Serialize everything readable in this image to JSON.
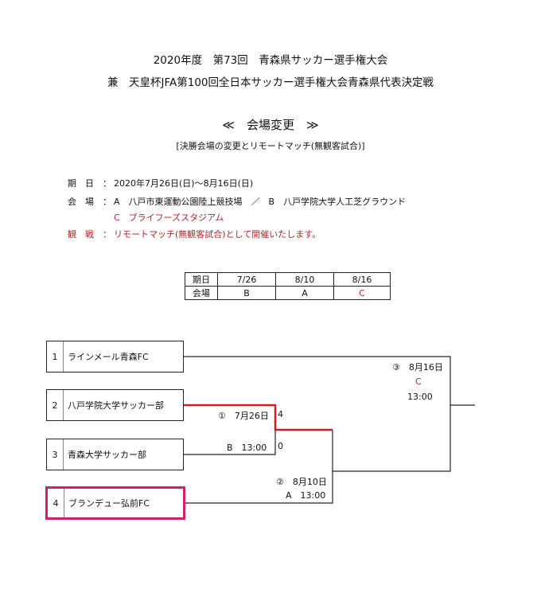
{
  "header": {
    "title1": "2020年度　第73回　青森県サッカー選手権大会",
    "title2": "兼　天皇杯JFA第100回全日本サッカー選手権大会青森県代表決定戦",
    "notice": "≪　会場変更　≫",
    "subtitle": "[決勝会場の変更とリモートマッチ(無観客試合)]"
  },
  "info": {
    "date_label": "期　日　：",
    "date_value": "2020年7月26日(日)〜8月16日(日)",
    "venue_label": "会　場　：",
    "venue_value": "A　八戸市東運動公園陸上競技場　／　B　八戸学院大学人工芝グラウンド",
    "venue_c": "C　ブライフーズスタジアム",
    "watch_label": "観　戦　：",
    "watch_value": "リモートマッチ(無観客試合)として開催いたします。"
  },
  "schedule": {
    "row1": [
      "期日",
      "7/26",
      "8/10",
      "8/16"
    ],
    "row2": [
      "会場",
      "B",
      "A",
      "C"
    ]
  },
  "teams": [
    {
      "num": "1",
      "name": "ラインメール青森FC"
    },
    {
      "num": "2",
      "name": "八戸学院大学サッカー部"
    },
    {
      "num": "3",
      "name": "青森大学サッカー部"
    },
    {
      "num": "4",
      "name": "ブランデュー弘前FC"
    }
  ],
  "matches": {
    "m1_date": "①　7月26日",
    "m1_time": "B　13:00",
    "m1_score_top": "4",
    "m1_score_bottom": "0",
    "m2_date": "②　8月10日",
    "m2_time": "A　13:00",
    "m3_date": "③　8月16日",
    "m3_venue": "C",
    "m3_time": "13:00"
  },
  "colors": {
    "red": "#b0262a",
    "highlight": "#d0206f"
  }
}
